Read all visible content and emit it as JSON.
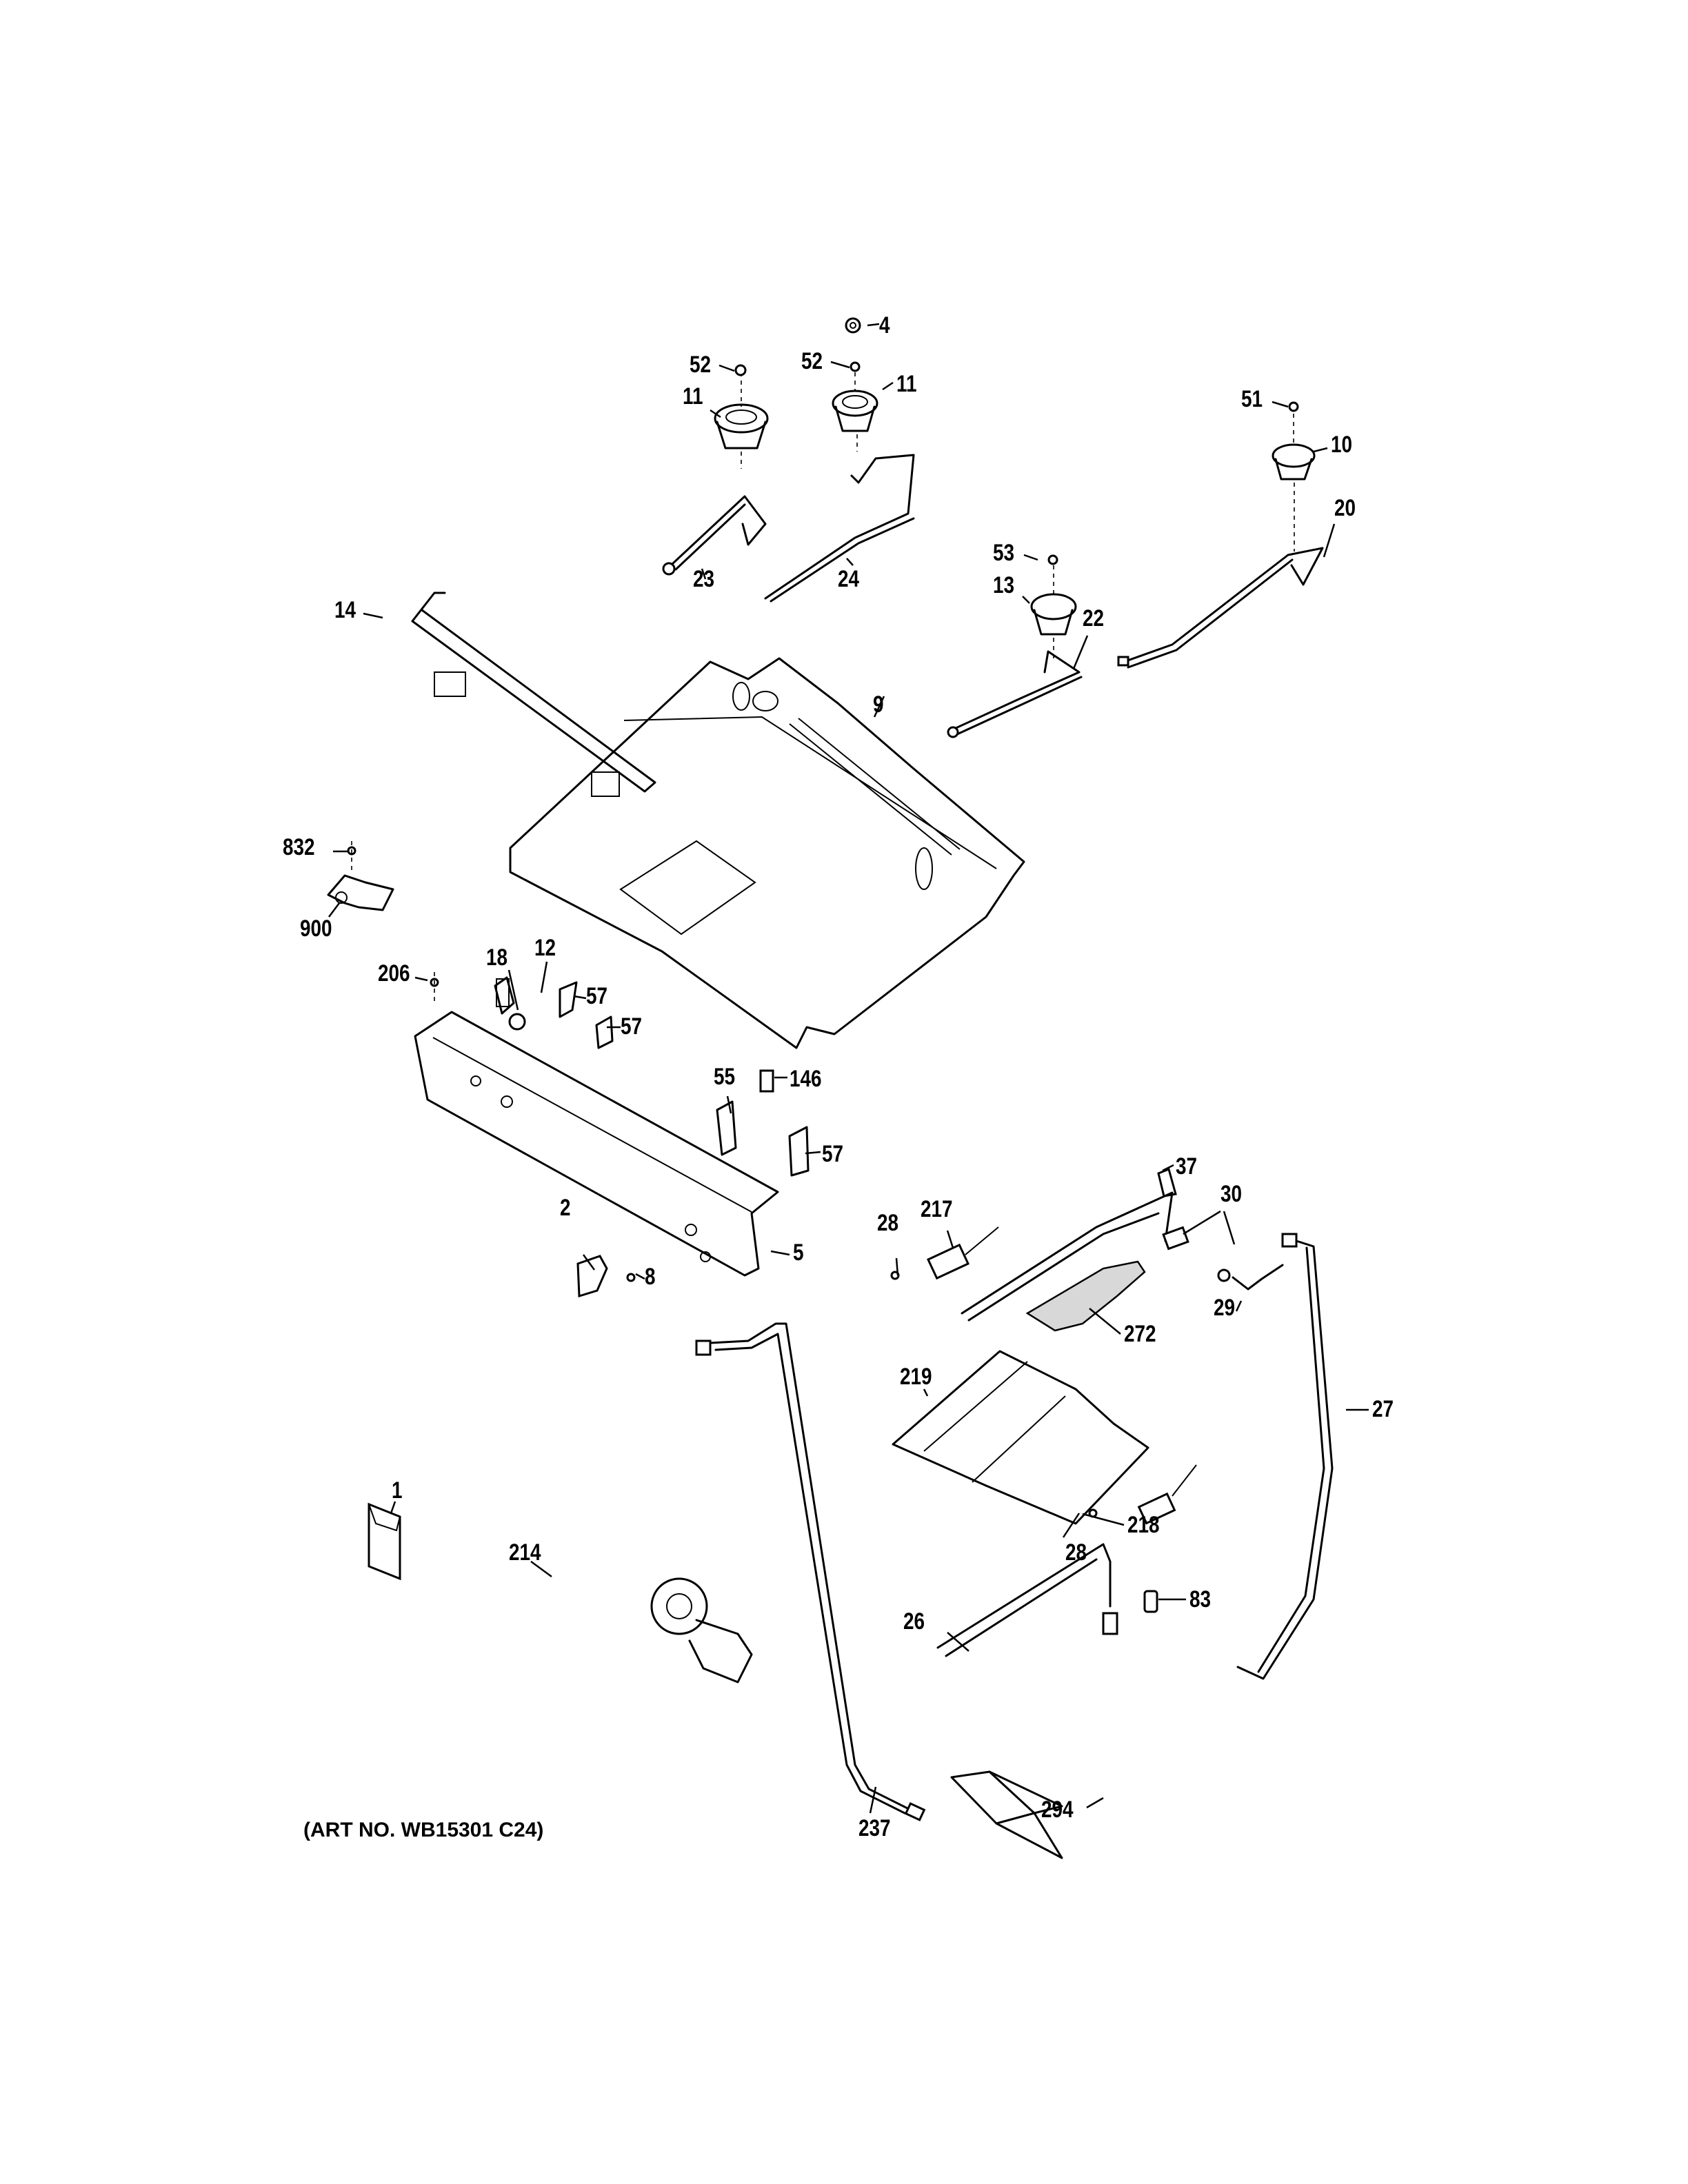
{
  "diagram": {
    "title": "Gas & Burner Parts",
    "art_number": "(ART NO. WB15301 C24)",
    "background": "#ffffff",
    "ink": "#000000"
  },
  "callouts": [
    {
      "id": "c4",
      "label": "4",
      "part": "nut"
    },
    {
      "id": "c52a",
      "label": "52",
      "part": "orifice-left-rear"
    },
    {
      "id": "c52b",
      "label": "52",
      "part": "orifice-right-rear"
    },
    {
      "id": "c11a",
      "label": "11",
      "part": "burner-head-left"
    },
    {
      "id": "c11b",
      "label": "11",
      "part": "burner-head-center"
    },
    {
      "id": "c51",
      "label": "51",
      "part": "orifice-right-rear-burner"
    },
    {
      "id": "c10",
      "label": "10",
      "part": "burner-head-right"
    },
    {
      "id": "c20",
      "label": "20",
      "part": "gas-tube-right"
    },
    {
      "id": "c23",
      "label": "23",
      "part": "gas-tube-left"
    },
    {
      "id": "c24",
      "label": "24",
      "part": "gas-tube-center"
    },
    {
      "id": "c53",
      "label": "53",
      "part": "orifice-front"
    },
    {
      "id": "c13",
      "label": "13",
      "part": "burner-head-front"
    },
    {
      "id": "c22",
      "label": "22",
      "part": "gas-tube-front"
    },
    {
      "id": "c14",
      "label": "14",
      "part": "manifold-pipe"
    },
    {
      "id": "c9",
      "label": "9",
      "part": "burner-box"
    },
    {
      "id": "c832",
      "label": "832",
      "part": "screw"
    },
    {
      "id": "c900",
      "label": "900",
      "part": "bracket"
    },
    {
      "id": "c206",
      "label": "206",
      "part": "screw"
    },
    {
      "id": "c18",
      "label": "18",
      "part": "washer"
    },
    {
      "id": "c12",
      "label": "12",
      "part": "valve"
    },
    {
      "id": "c57a",
      "label": "57",
      "part": "valve"
    },
    {
      "id": "c57b",
      "label": "57",
      "part": "valve"
    },
    {
      "id": "c55",
      "label": "55",
      "part": "valve"
    },
    {
      "id": "c146",
      "label": "146",
      "part": "switch"
    },
    {
      "id": "c57c",
      "label": "57",
      "part": "valve"
    },
    {
      "id": "c2",
      "label": "2",
      "part": "knob"
    },
    {
      "id": "c8",
      "label": "8",
      "part": "screw"
    },
    {
      "id": "c5",
      "label": "5",
      "part": "manifold-panel"
    },
    {
      "id": "c37",
      "label": "37",
      "part": "bracket"
    },
    {
      "id": "c30",
      "label": "30",
      "part": "orifice-holder"
    },
    {
      "id": "c217",
      "label": "217",
      "part": "igniter"
    },
    {
      "id": "c28a",
      "label": "28",
      "part": "screw"
    },
    {
      "id": "c29",
      "label": "29",
      "part": "elbow"
    },
    {
      "id": "c272",
      "label": "272",
      "part": "flame-spreader"
    },
    {
      "id": "c219",
      "label": "219",
      "part": "baffle"
    },
    {
      "id": "c27",
      "label": "27",
      "part": "oven-gas-tube"
    },
    {
      "id": "c218",
      "label": "218",
      "part": "igniter"
    },
    {
      "id": "c28b",
      "label": "28",
      "part": "screw"
    },
    {
      "id": "c1",
      "label": "1",
      "part": "literature-envelope"
    },
    {
      "id": "c214",
      "label": "214",
      "part": "safety-valve"
    },
    {
      "id": "c26",
      "label": "26",
      "part": "broil-burner"
    },
    {
      "id": "c83",
      "label": "83",
      "part": "orifice"
    },
    {
      "id": "c237",
      "label": "237",
      "part": "gas-tube"
    },
    {
      "id": "c294",
      "label": "294",
      "part": "shield"
    }
  ]
}
